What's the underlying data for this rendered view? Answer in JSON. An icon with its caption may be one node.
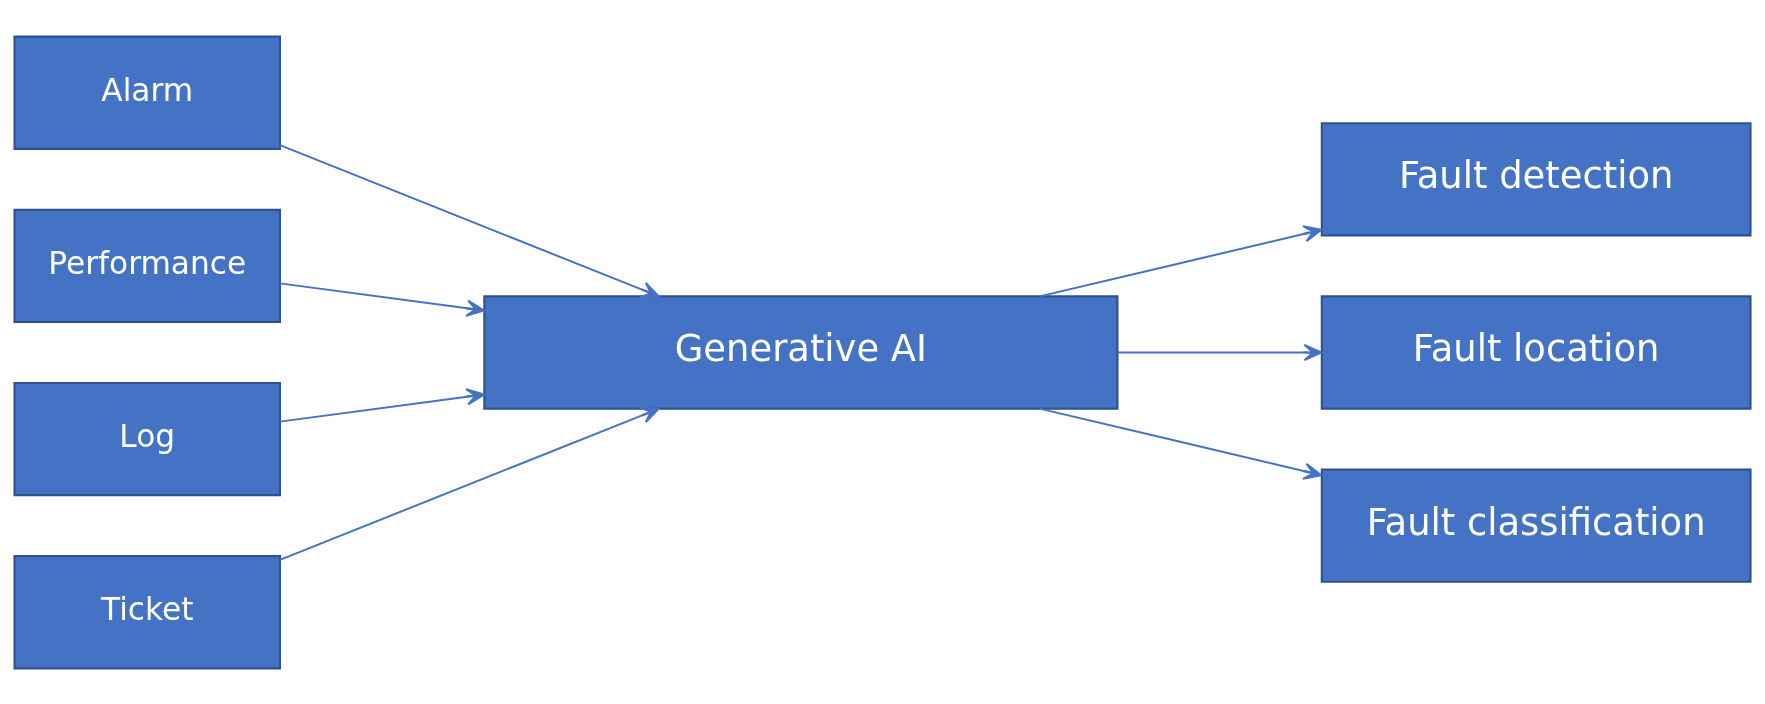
{
  "diagram": {
    "nodes": [
      {
        "text": [
          "Alarm"
        ]
      },
      {
        "text": [
          "Performance"
        ]
      },
      {
        "text": [
          "Log"
        ]
      },
      {
        "text": [
          "Ticket"
        ]
      },
      {
        "text": [
          "Generative AI"
        ]
      },
      {
        "text": [
          "Fault detection"
        ]
      },
      {
        "text": [
          "Fault location"
        ]
      },
      {
        "text": [
          "Fault classification"
        ]
      }
    ],
    "edges": [
      {
        "from": 0,
        "to": 4,
        "arrow": "to"
      },
      {
        "from": 1,
        "to": 4,
        "arrow": "to"
      },
      {
        "from": 2,
        "to": 4,
        "arrow": "to"
      },
      {
        "from": 3,
        "to": 4,
        "arrow": "to"
      },
      {
        "from": 4,
        "to": 5,
        "arrow": "to"
      },
      {
        "from": 4,
        "to": 6,
        "arrow": "to"
      },
      {
        "from": 4,
        "to": 7,
        "arrow": "to"
      }
    ]
  }
}
